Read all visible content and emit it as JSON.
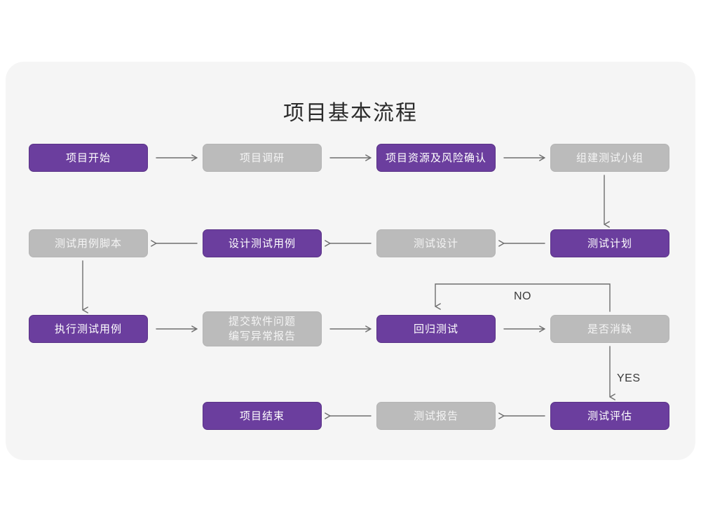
{
  "card": {
    "title": "项目基本流程",
    "background_color": "#f5f5f5",
    "page_background_color": "#ffffff"
  },
  "style": {
    "purple": "#6b3e9e",
    "gray": "#bbbbbb",
    "purple_text": "#ffffff",
    "gray_text": "#f4f4f4",
    "edge_color": "#6e6e6e",
    "title_color": "#2b2b2b"
  },
  "chart_data": {
    "type": "diagram",
    "title": "项目基本流程",
    "nodes": [
      {
        "id": "n1",
        "label": "项目开始",
        "color": "purple",
        "row": 1,
        "col": 1
      },
      {
        "id": "n2",
        "label": "项目调研",
        "color": "gray",
        "row": 1,
        "col": 2
      },
      {
        "id": "n3",
        "label": "项目资源及风险确认",
        "color": "purple",
        "row": 1,
        "col": 3
      },
      {
        "id": "n4",
        "label": "组建测试小组",
        "color": "gray",
        "row": 1,
        "col": 4
      },
      {
        "id": "n5",
        "label": "测试用例脚本",
        "color": "gray",
        "row": 2,
        "col": 1
      },
      {
        "id": "n6",
        "label": "设计测试用例",
        "color": "purple",
        "row": 2,
        "col": 2
      },
      {
        "id": "n7",
        "label": "测试设计",
        "color": "gray",
        "row": 2,
        "col": 3
      },
      {
        "id": "n8",
        "label": "测试计划",
        "color": "purple",
        "row": 2,
        "col": 4
      },
      {
        "id": "n9",
        "label": "执行测试用例",
        "color": "purple",
        "row": 3,
        "col": 1
      },
      {
        "id": "n10",
        "label": "提交软件问题\n编写异常报告",
        "color": "gray",
        "row": 3,
        "col": 2
      },
      {
        "id": "n11",
        "label": "回归测试",
        "color": "purple",
        "row": 3,
        "col": 3
      },
      {
        "id": "n12",
        "label": "是否消缺",
        "color": "gray",
        "row": 3,
        "col": 4
      },
      {
        "id": "n13",
        "label": "项目结束",
        "color": "purple",
        "row": 4,
        "col": 2
      },
      {
        "id": "n14",
        "label": "测试报告",
        "color": "gray",
        "row": 4,
        "col": 3
      },
      {
        "id": "n15",
        "label": "测试评估",
        "color": "purple",
        "row": 4,
        "col": 4
      }
    ],
    "edges": [
      {
        "from": "n1",
        "to": "n2",
        "label": "",
        "direction": "right"
      },
      {
        "from": "n2",
        "to": "n3",
        "label": "",
        "direction": "right"
      },
      {
        "from": "n3",
        "to": "n4",
        "label": "",
        "direction": "right"
      },
      {
        "from": "n4",
        "to": "n8",
        "label": "",
        "direction": "down"
      },
      {
        "from": "n8",
        "to": "n7",
        "label": "",
        "direction": "left"
      },
      {
        "from": "n7",
        "to": "n6",
        "label": "",
        "direction": "left"
      },
      {
        "from": "n6",
        "to": "n5",
        "label": "",
        "direction": "left"
      },
      {
        "from": "n5",
        "to": "n9",
        "label": "",
        "direction": "down"
      },
      {
        "from": "n9",
        "to": "n10",
        "label": "",
        "direction": "right"
      },
      {
        "from": "n10",
        "to": "n11",
        "label": "",
        "direction": "right"
      },
      {
        "from": "n11",
        "to": "n12",
        "label": "",
        "direction": "right"
      },
      {
        "from": "n12",
        "to": "n11",
        "label": "NO",
        "direction": "loop-up-left"
      },
      {
        "from": "n12",
        "to": "n15",
        "label": "YES",
        "direction": "down"
      },
      {
        "from": "n15",
        "to": "n14",
        "label": "",
        "direction": "left"
      },
      {
        "from": "n14",
        "to": "n13",
        "label": "",
        "direction": "left"
      }
    ],
    "edge_labels": [
      {
        "id": "no-label",
        "text": "NO"
      },
      {
        "id": "yes-label",
        "text": "YES"
      }
    ]
  }
}
